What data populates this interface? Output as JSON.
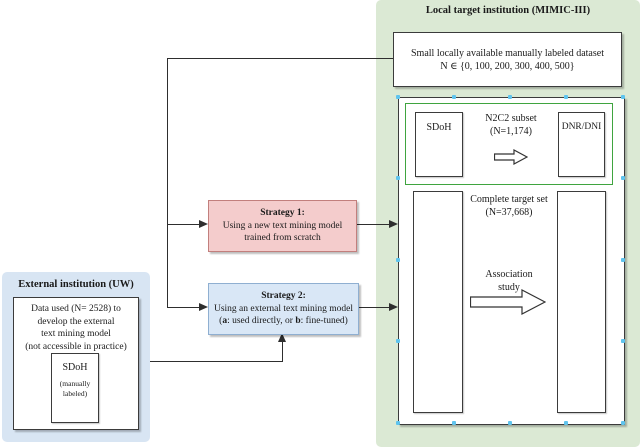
{
  "colors": {
    "green_panel": "#dbe9d4",
    "blue_panel": "#d8e5f3",
    "strategy1_fill": "#f4cccc",
    "strategy1_border": "#c27f7d",
    "strategy2_fill": "#d9e7f6",
    "strategy2_border": "#8fafd1",
    "box_border": "#3b3b3b",
    "green_border": "#3fa43f",
    "line": "#2e2e2e",
    "handle": "#5fc4ee"
  },
  "target_panel": {
    "title": "Local target institution (MIMIC-III)",
    "small_dataset_box": {
      "line1": "Small locally available manually labeled dataset",
      "line2": "N ∈ {0, 100, 200, 300, 400, 500}"
    },
    "n2c2_box": {
      "left_box_label": "SDoH",
      "label_line1": "N2C2 subset",
      "label_line2": "(N=1,174)",
      "right_box_label": "DNR/DNI"
    },
    "complete_set": {
      "label_line1": "Complete target set",
      "label_line2": "(N=37,668)",
      "association_line1": "Association",
      "association_line2": "study"
    }
  },
  "external_panel": {
    "title": "External institution (UW)",
    "data_box": {
      "line1": "Data used (N= 2528) to",
      "line2": "develop the external",
      "line3": "text mining model",
      "line4": "(not accessible in practice)"
    },
    "sdoh_box": {
      "title": "SDoH",
      "sub_line1": "(manually",
      "sub_line2": "labeled)"
    }
  },
  "strategies": {
    "strategy1": {
      "title": "Strategy 1:",
      "line1": "Using a new text mining model",
      "line2": "trained from scratch"
    },
    "strategy2": {
      "title": "Strategy 2:",
      "line1": "Using an external text mining model",
      "line2_open": "(",
      "line2_a": "a",
      "line2_mid": ": used directly, or ",
      "line2_b": "b",
      "line2_end": ": fine-tuned)"
    }
  }
}
